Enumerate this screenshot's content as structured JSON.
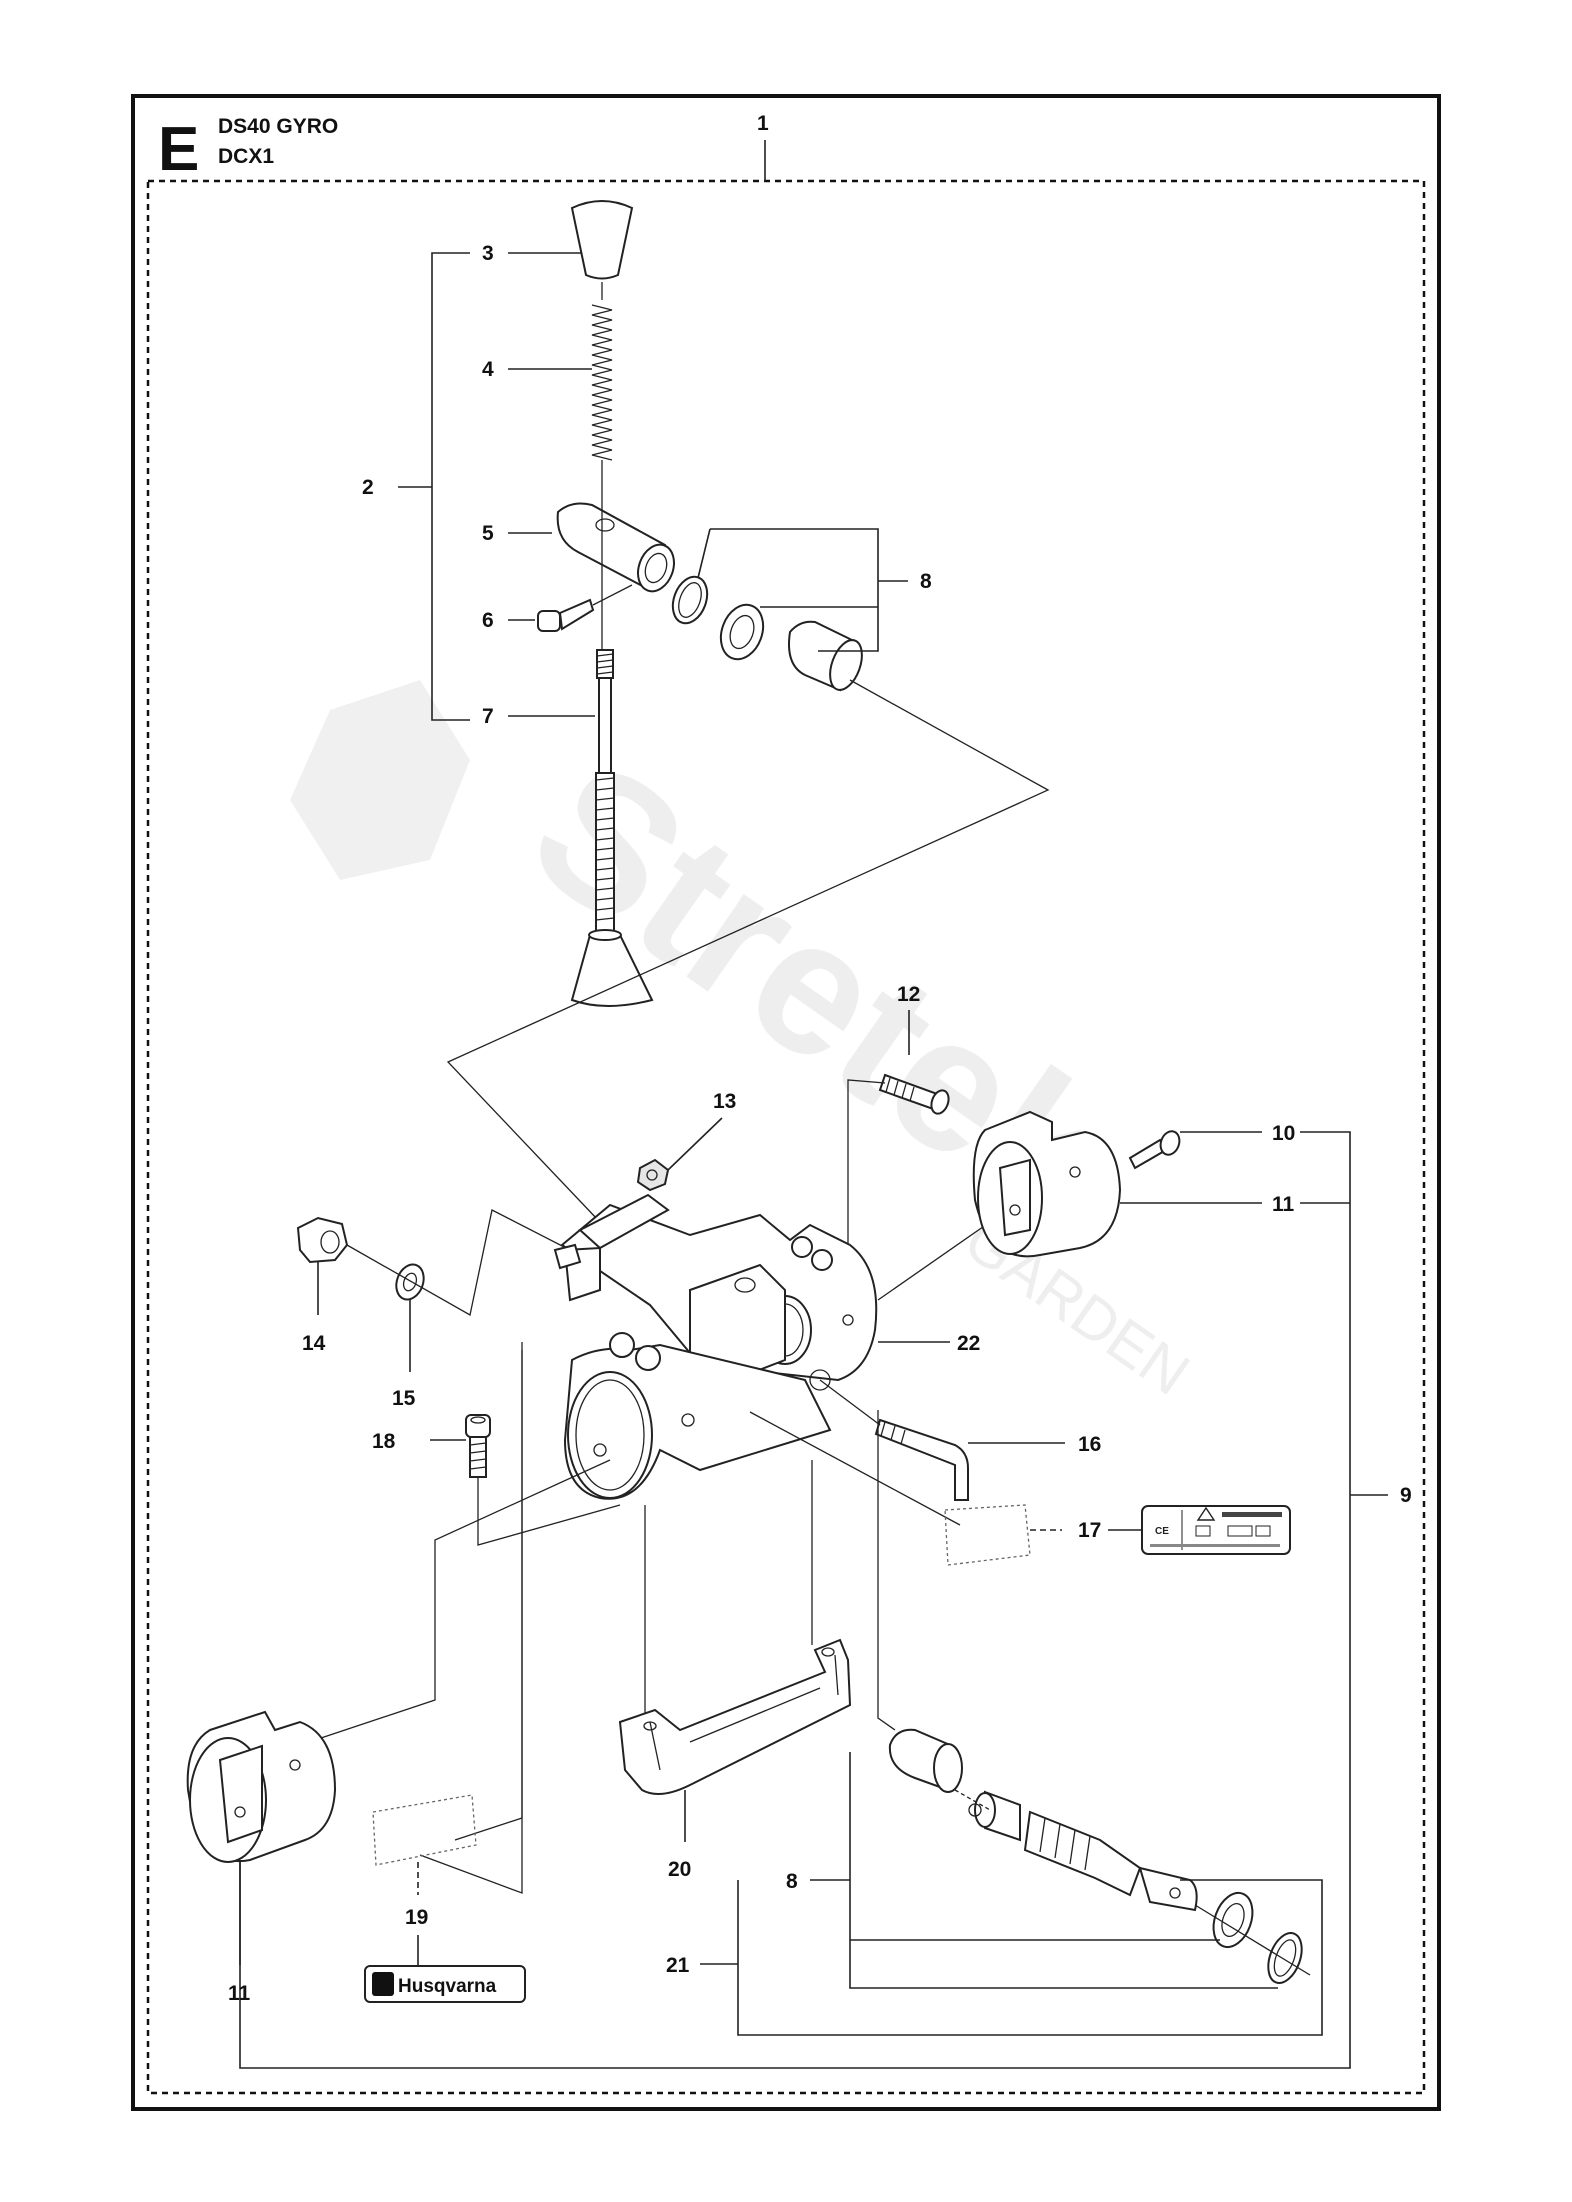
{
  "header": {
    "section_letter": "E",
    "model_line1": "DS40 GYRO",
    "model_line2": "DCX1"
  },
  "watermark": {
    "brand": "Stretek",
    "sub": "GARDEN"
  },
  "labels": {
    "l1": "1",
    "l2": "2",
    "l3": "3",
    "l4": "4",
    "l5": "5",
    "l6": "6",
    "l7": "7",
    "l8a": "8",
    "l8b": "8",
    "l9": "9",
    "l10": "10",
    "l11a": "11",
    "l11b": "11",
    "l12": "12",
    "l13": "13",
    "l14": "14",
    "l15": "15",
    "l16": "16",
    "l17": "17",
    "l18": "18",
    "l19": "19",
    "l20": "20",
    "l21": "21",
    "l22": "22"
  },
  "decals": {
    "brand_logo_text": "Husqvarna",
    "ce_mark": "CE"
  },
  "colors": {
    "line": "#222222",
    "frame": "#111111",
    "watermark": "#ececec"
  }
}
